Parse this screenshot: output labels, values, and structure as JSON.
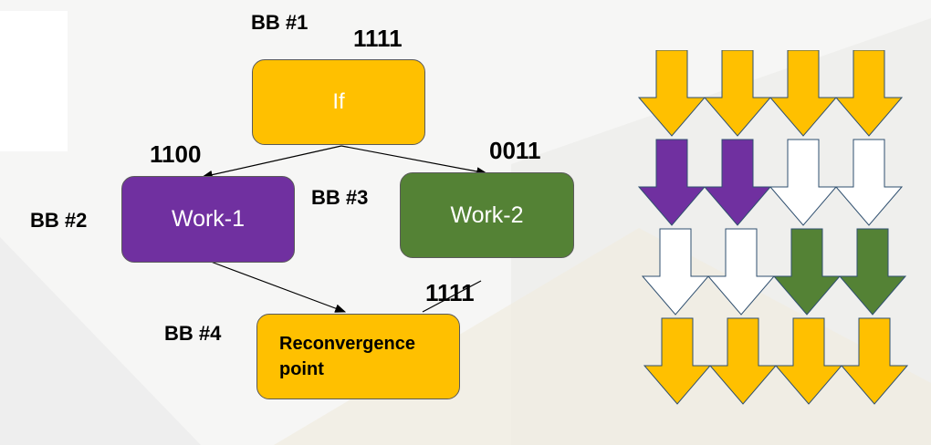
{
  "colors": {
    "if": "#ffc000",
    "work1": "#7030a0",
    "work2": "#548235",
    "reconv": "#ffc000",
    "inactive": "#ffffff"
  },
  "labels": {
    "bb1": "BB #1",
    "bb2": "BB #2",
    "bb3": "BB #3",
    "bb4": "BB #4"
  },
  "masks": {
    "bb1": "1111",
    "bb2": "1100",
    "bb3": "0011",
    "bb4": "1111"
  },
  "nodes": {
    "if": "If",
    "work1": "Work-1",
    "work2": "Work-2",
    "reconv": "Reconvergence point"
  },
  "lanes": [
    [
      "if",
      "if",
      "if",
      "if"
    ],
    [
      "work1",
      "work1",
      "inactive",
      "inactive"
    ],
    [
      "inactive",
      "inactive",
      "work2",
      "work2"
    ],
    [
      "reconv",
      "reconv",
      "reconv",
      "reconv"
    ]
  ]
}
